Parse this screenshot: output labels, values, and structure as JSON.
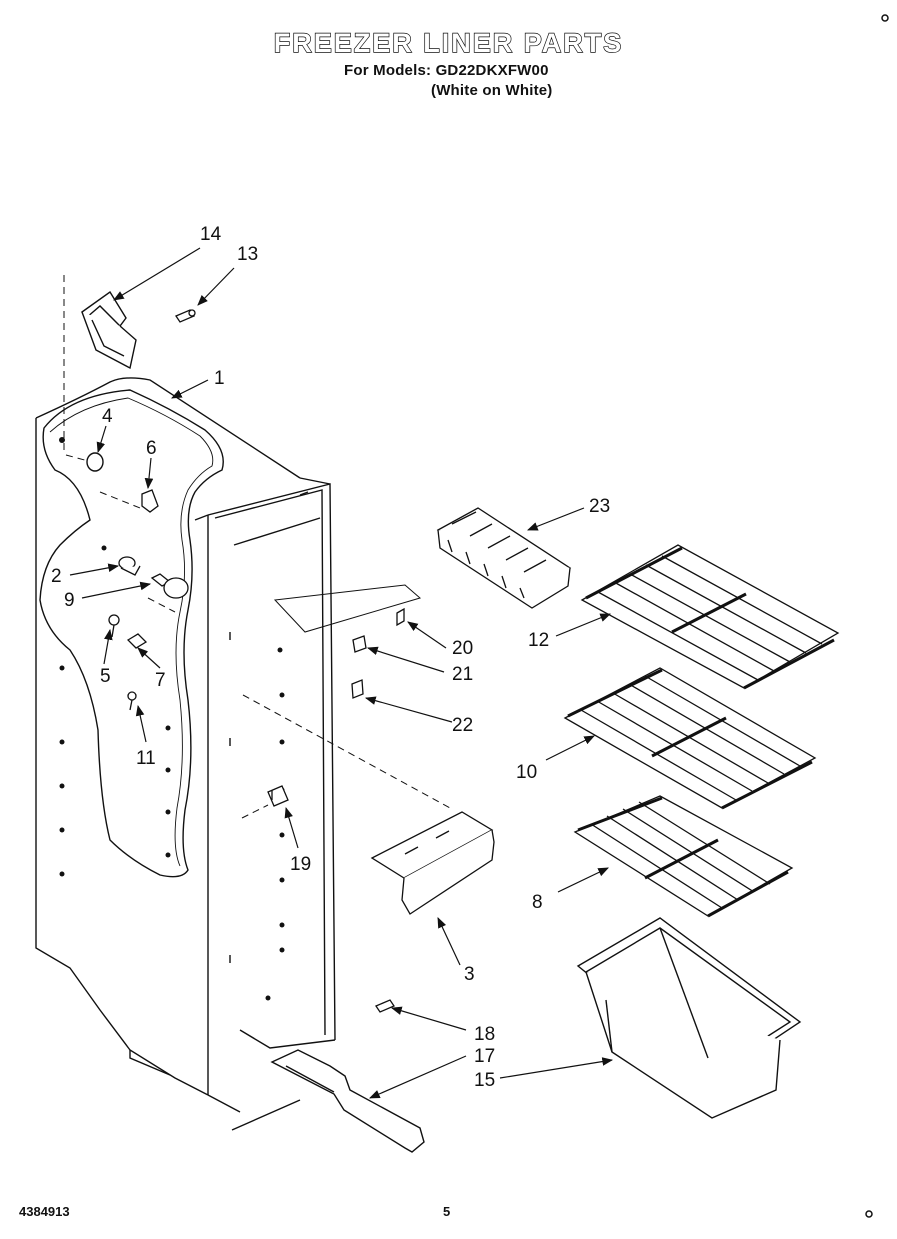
{
  "header": {
    "title": "FREEZER LINER PARTS",
    "models_line": "For Models: GD22DKXFW00",
    "color_line": "(White on White)"
  },
  "callouts": [
    "1",
    "2",
    "3",
    "4",
    "5",
    "6",
    "7",
    "8",
    "9",
    "10",
    "11",
    "12",
    "13",
    "14",
    "15",
    "17",
    "18",
    "19",
    "20",
    "21",
    "22",
    "23"
  ],
  "footer": {
    "part_number": "4384913",
    "page_number": "5"
  }
}
